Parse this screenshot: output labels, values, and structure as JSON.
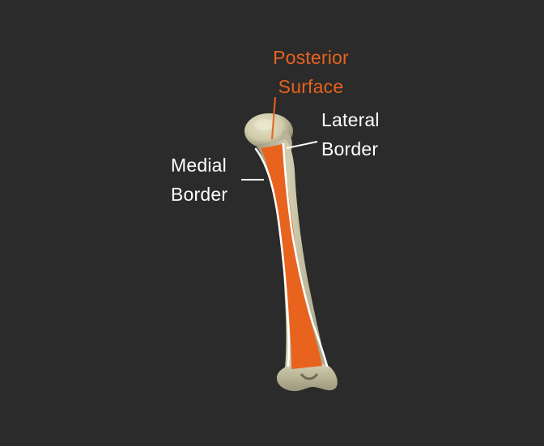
{
  "labels": {
    "posterior_surface": {
      "line1": "Posterior",
      "line2": "Surface"
    },
    "lateral_border": {
      "line1": "Lateral",
      "line2": "Border"
    },
    "medial_border": {
      "line1": "Medial",
      "line2": "Border"
    }
  },
  "colors": {
    "background": "#2b2b2b",
    "highlight_surface": "#e8631e",
    "bone": "#d2cdb0",
    "label_text": "#ffffff",
    "border_line": "#ffffff"
  }
}
